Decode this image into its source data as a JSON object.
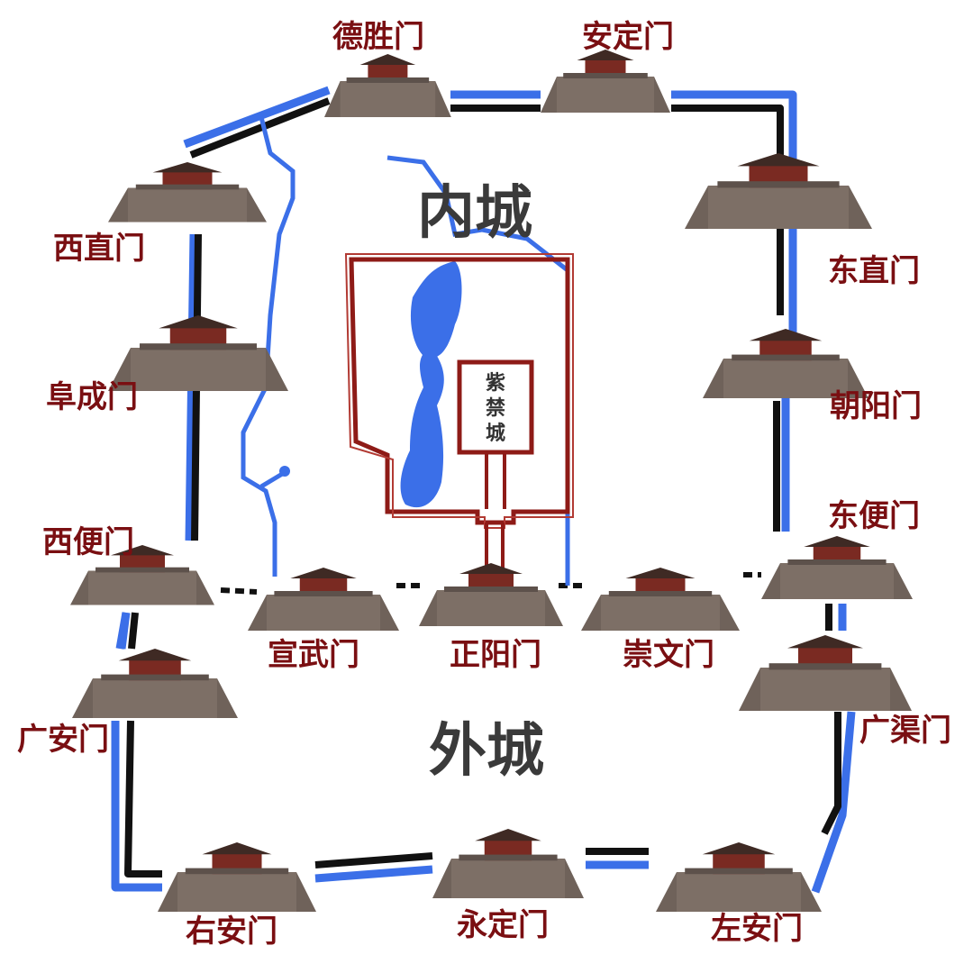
{
  "zones": {
    "inner_city": "内城",
    "outer_city": "外城",
    "forbidden_city": [
      "紫",
      "禁",
      "城"
    ]
  },
  "gates": {
    "deshengmen": "德胜门",
    "andingmen": "安定门",
    "xizhimen": "西直门",
    "dongzhimen": "东直门",
    "fuchengmen": "阜成门",
    "chaoyangmen": "朝阳门",
    "xibianmen": "西便门",
    "dongbianmen": "东便门",
    "xuanwumen": "宣武门",
    "zhengyangmen": "正阳门",
    "chongwenmen": "崇文门",
    "guanganmen": "广安门",
    "guangqumen": "广渠门",
    "youanmen": "右安门",
    "yongdingmen": "永定门",
    "zuoanmen": "左安门"
  },
  "colors": {
    "label": "#7a0f12",
    "wall_black": "#111111",
    "river_blue": "#3b6fe8",
    "imperial_red": "#8e1b17",
    "stone": "#6f625a",
    "roof": "#5a2a22"
  }
}
